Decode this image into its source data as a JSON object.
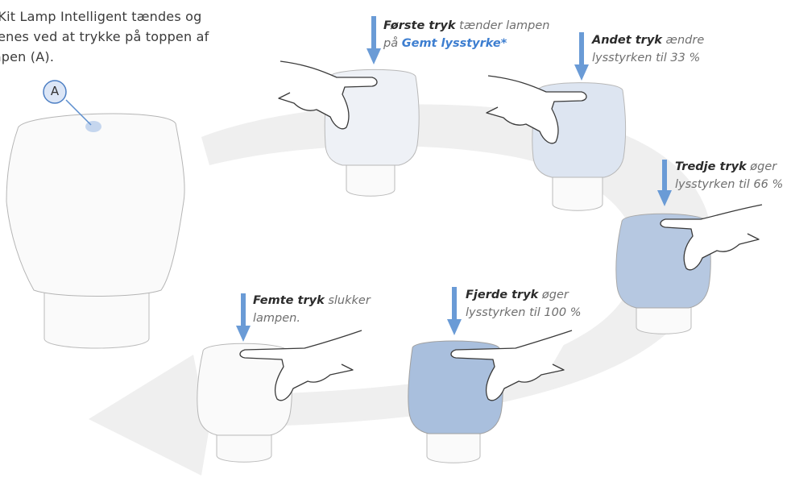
{
  "intro": {
    "line1": "CKit Lamp Intelligent tændes og",
    "line2": "tjenes ved at trykke på toppen af",
    "line3": "mpen (A)."
  },
  "badge": {
    "label": "A"
  },
  "steps": [
    {
      "bold": "Første tryk",
      "text1": " tænder lampen",
      "text2": "på ",
      "highlight": "Gemt lysstyrke*"
    },
    {
      "bold": "Andet tryk",
      "text1": " ændre",
      "text2": "lysstyrken til 33 %"
    },
    {
      "bold": "Tredje tryk",
      "text1": " øger",
      "text2": "lysstyrken til 66 %"
    },
    {
      "bold": "Fjerde tryk",
      "text1": " øger",
      "text2": "lysstyrken til 100 %"
    },
    {
      "bold": "Femte tryk",
      "text1": " slukker",
      "text2": "lampen."
    }
  ],
  "colors": {
    "arrow_blue": "#6a9bd6",
    "level_saved": "#eef1f6",
    "level_33": "#dde5f1",
    "level_66": "#b6c8e1",
    "level_100": "#a9bfdd",
    "level_off": "#fafafa",
    "cycle_arrow": "#f0f0f0"
  }
}
